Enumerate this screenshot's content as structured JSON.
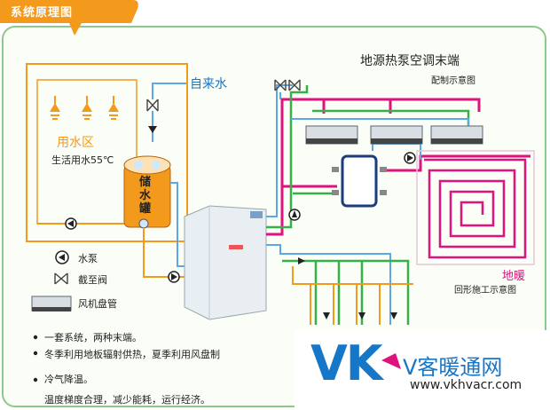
{
  "header": {
    "title": "系统原理图"
  },
  "labels": {
    "tap_water": "自来水",
    "use_water_zone": "用水区",
    "domestic_water": "生活用水55℃",
    "tank": "储水罐",
    "terminal_title": "地源热泵空调末端",
    "piping_diagram": "配制示意图",
    "floor_heating": "地暖",
    "loop_diagram": "回形施工示意图"
  },
  "legend": {
    "pump": "水泵",
    "valve": "截至阀",
    "fan_coil": "风机盘管"
  },
  "notes": [
    "一套系统，两种末端。",
    "冬季利用地板辐射供热，夏季利用风盘制",
    "冷气降温。",
    "温度梯度合理，减少能耗，运行经济。"
  ],
  "watermark": {
    "logo_text": "VK",
    "brand": "V客暖通网",
    "url": "www.vkhvacr.com"
  },
  "colors": {
    "accent_orange": "#f39a1d",
    "pipe_magenta": "#e0127e",
    "pipe_green": "#36b14a",
    "pipe_blue": "#5aa9e6",
    "frame_green": "#8cc98c",
    "brand_blue": "#1677c9"
  }
}
